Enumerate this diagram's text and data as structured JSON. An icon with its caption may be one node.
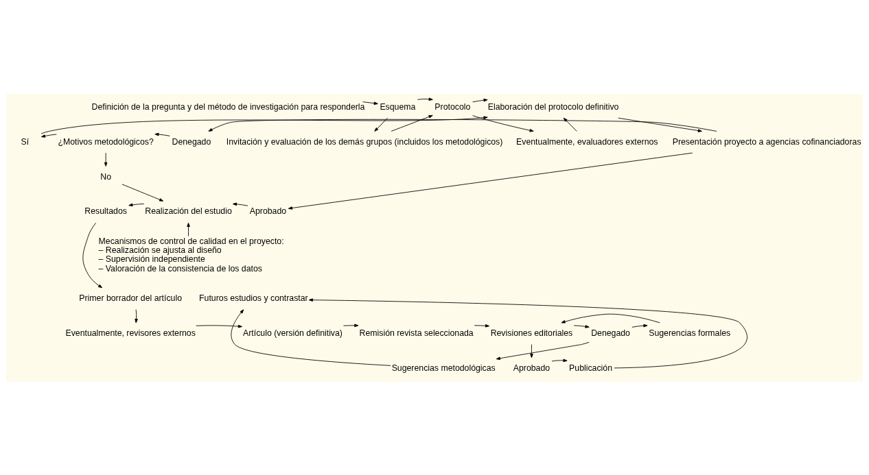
{
  "diagram": {
    "nodes": [
      {
        "text": [
          "Definición de la pregunta y del método de investigación para responderla"
        ]
      },
      {
        "text": [
          "Esquema"
        ]
      },
      {
        "text": [
          "Protocolo"
        ]
      },
      {
        "text": [
          "Elaboración del protocolo definitivo"
        ]
      },
      {
        "text": [
          "Invitación y evaluación de los demás grupos (incluidos los metodológicos)"
        ]
      },
      {
        "text": [
          "Eventualmente, evaluadores externos"
        ]
      },
      {
        "text": [
          "Presentación proyecto a agencias cofinanciadoras"
        ]
      },
      {
        "text": [
          "Denegado"
        ]
      },
      {
        "text": [
          "Aprobado"
        ]
      },
      {
        "text": [
          "¿Motivos metodológicos?"
        ]
      },
      {
        "text": [
          "Sí"
        ]
      },
      {
        "text": [
          "No"
        ]
      },
      {
        "text": [
          "Realización del estudio"
        ]
      },
      {
        "text": [
          "Resultados"
        ]
      },
      {
        "text": [
          "Mecanismos de control de calidad en el proyecto:",
          "– Realización se ajusta al diseño",
          "– Supervisión independiente",
          "– Valoración de la consistencia de los datos"
        ]
      },
      {
        "text": [
          "Primer borrador del artículo"
        ]
      },
      {
        "text": [
          "Eventualmente, revisores externos"
        ]
      },
      {
        "text": [
          "Artículo (versión definitiva)"
        ]
      },
      {
        "text": [
          "Remisión revista seleccionada"
        ]
      },
      {
        "text": [
          "Revisiones editoriales"
        ]
      },
      {
        "text": [
          "Denegado"
        ]
      },
      {
        "text": [
          "Aprobado"
        ]
      },
      {
        "text": [
          "Sugerencias formales"
        ]
      },
      {
        "text": [
          "Sugerencias metodológicas"
        ]
      },
      {
        "text": [
          "Publicación"
        ]
      },
      {
        "text": [
          "Futuros estudios y contrastar"
        ]
      }
    ],
    "edges": [
      {
        "from": 0,
        "to": 1,
        "arrow": "to"
      },
      {
        "from": 1,
        "to": 2,
        "arrow": "to"
      },
      {
        "from": 2,
        "to": 3,
        "arrow": "to"
      },
      {
        "from": 4,
        "to": 2,
        "arrow": "to"
      },
      {
        "from": 1,
        "to": 4,
        "arrow": "to"
      },
      {
        "from": 5,
        "to": 3,
        "arrow": "to"
      },
      {
        "from": 2,
        "to": 5,
        "arrow": "to"
      },
      {
        "from": 10,
        "to": 3,
        "arrow": "to"
      },
      {
        "from": 3,
        "to": 6,
        "arrow": "to"
      },
      {
        "from": 6,
        "to": 7,
        "arrow": "to"
      },
      {
        "from": 6,
        "to": 8,
        "arrow": "to"
      },
      {
        "from": 7,
        "to": 9,
        "arrow": "to"
      },
      {
        "from": 9,
        "to": 10,
        "arrow": "to"
      },
      {
        "from": 9,
        "to": 11,
        "arrow": "to"
      },
      {
        "from": 11,
        "to": 12,
        "arrow": "to"
      },
      {
        "from": 8,
        "to": 12,
        "arrow": "to"
      },
      {
        "from": 12,
        "to": 13,
        "arrow": "to"
      },
      {
        "from": 14,
        "to": 12,
        "arrow": "to"
      },
      {
        "from": 13,
        "to": 15,
        "arrow": "to"
      },
      {
        "from": 15,
        "to": 16,
        "arrow": "to"
      },
      {
        "from": 16,
        "to": 17,
        "arrow": "to"
      },
      {
        "from": 17,
        "to": 18,
        "arrow": "to"
      },
      {
        "from": 18,
        "to": 19,
        "arrow": "to"
      },
      {
        "from": 19,
        "to": 20,
        "arrow": "to"
      },
      {
        "from": 19,
        "to": 21,
        "arrow": "to"
      },
      {
        "from": 20,
        "to": 22,
        "arrow": "to"
      },
      {
        "from": 20,
        "to": 23,
        "arrow": "to"
      },
      {
        "from": 21,
        "to": 24,
        "arrow": "to"
      },
      {
        "from": 22,
        "to": 19,
        "arrow": "to"
      },
      {
        "from": 23,
        "to": 25,
        "arrow": "to"
      },
      {
        "from": 24,
        "to": 25,
        "arrow": "to"
      }
    ]
  }
}
